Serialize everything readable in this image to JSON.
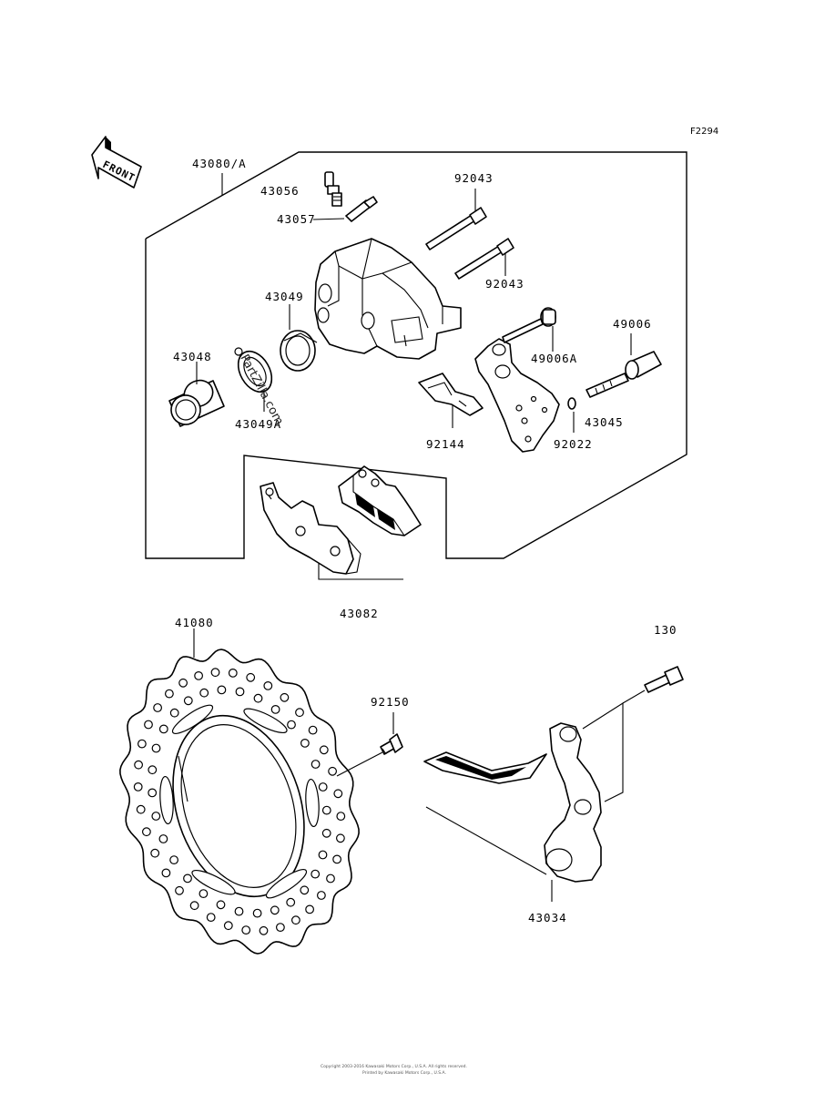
{
  "figure_code": "F2294",
  "front_arrow_label": "FRONT",
  "watermark": "PartZilla.com",
  "footer_lines": [
    "Copyright 2003-2016 Kawasaki Motors Corp., U.S.A. All rights reserved.",
    "Printed by Kawasaki Motors Corp., U.S.A."
  ],
  "part_labels": {
    "p43080": "43080/A",
    "p43056": "43056",
    "p43057": "43057",
    "p92043a": "92043",
    "p92043b": "92043",
    "p43049": "43049",
    "p43048": "43048",
    "p43049a": "43049A",
    "p49006a": "49006A",
    "p49006": "49006",
    "p43045": "43045",
    "p92144": "92144",
    "p92022": "92022",
    "p43082": "43082",
    "p41080": "41080",
    "p92150": "92150",
    "p130": "130",
    "p43034": "43034"
  }
}
